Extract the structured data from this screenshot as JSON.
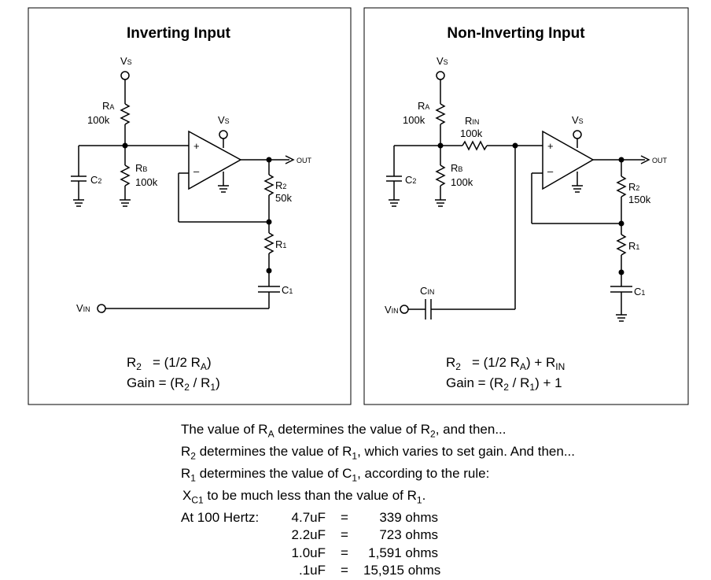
{
  "left": {
    "title": "Inverting Input",
    "vs_top": {
      "main": "V",
      "sub": "S"
    },
    "vs_amp": {
      "main": "V",
      "sub": "S"
    },
    "ra": {
      "main": "R",
      "sub": "A",
      "value": "100k"
    },
    "rb": {
      "main": "R",
      "sub": "B",
      "value": "100k"
    },
    "c2": {
      "main": "C",
      "sub": "2"
    },
    "r2": {
      "main": "R",
      "sub": "2",
      "value": "50k"
    },
    "r1": {
      "main": "R",
      "sub": "1"
    },
    "c1": {
      "main": "C",
      "sub": "1"
    },
    "vin": {
      "main": "V",
      "sub": "IN"
    },
    "out": "OUT",
    "plus": "+",
    "minus": "–",
    "formula1": {
      "a": "R",
      "a_sub": "2",
      "b": "= (1/2 R",
      "b_sub": "A",
      "c": ")"
    },
    "formula2": {
      "a": "Gain = (R",
      "a_sub": "2",
      "b": " / R",
      "b_sub": "1",
      "c": ")"
    }
  },
  "right": {
    "title": "Non-Inverting Input",
    "vs_top": {
      "main": "V",
      "sub": "S"
    },
    "vs_amp": {
      "main": "V",
      "sub": "S"
    },
    "ra": {
      "main": "R",
      "sub": "A",
      "value": "100k"
    },
    "rb": {
      "main": "R",
      "sub": "B",
      "value": "100k"
    },
    "rin": {
      "main": "R",
      "sub": "IN",
      "value": "100k"
    },
    "c2": {
      "main": "C",
      "sub": "2"
    },
    "r2": {
      "main": "R",
      "sub": "2",
      "value": "150k"
    },
    "r1": {
      "main": "R",
      "sub": "1"
    },
    "c1": {
      "main": "C",
      "sub": "1"
    },
    "cin": {
      "main": "C",
      "sub": "IN"
    },
    "vin": {
      "main": "V",
      "sub": "IN"
    },
    "out": "OUT",
    "plus": "+",
    "minus": "–",
    "formula1": {
      "a": "R",
      "a_sub": "2",
      "b": "= (1/2 R",
      "b_sub": "A",
      "c": ")  + R",
      "c_sub": "IN"
    },
    "formula2": {
      "a": "Gain = (R",
      "a_sub": "2",
      "b": " / R",
      "b_sub": "1",
      "c": ") + 1"
    }
  },
  "notes": {
    "line1": {
      "a": "The value of R",
      "a_sub": "A",
      "b": " determines the value of R",
      "b_sub": "2",
      "c": ", and then..."
    },
    "line2": {
      "a": "R",
      "a_sub": "2",
      "b": " determines the value of R",
      "b_sub": "1",
      "c": ", which varies to set gain. And then..."
    },
    "line3": {
      "a": "R",
      "a_sub": "1",
      "b": " determines the value of C",
      "b_sub": "1",
      "c": ", according to the rule:"
    },
    "line4": {
      "a": "X",
      "a_sub": "C1",
      "b": " to be much less than the value of R",
      "b_sub": "1",
      "c": "."
    },
    "table_label": "At 100 Hertz:",
    "rows": [
      {
        "cap": "4.7uF",
        "eq": "=",
        "ohms": "339 ohms"
      },
      {
        "cap": "2.2uF",
        "eq": "=",
        "ohms": "723 ohms"
      },
      {
        "cap": "1.0uF",
        "eq": "=",
        "ohms": "1,591 ohms"
      },
      {
        "cap": ".1uF",
        "eq": "=",
        "ohms": "15,915 ohms"
      }
    ]
  }
}
